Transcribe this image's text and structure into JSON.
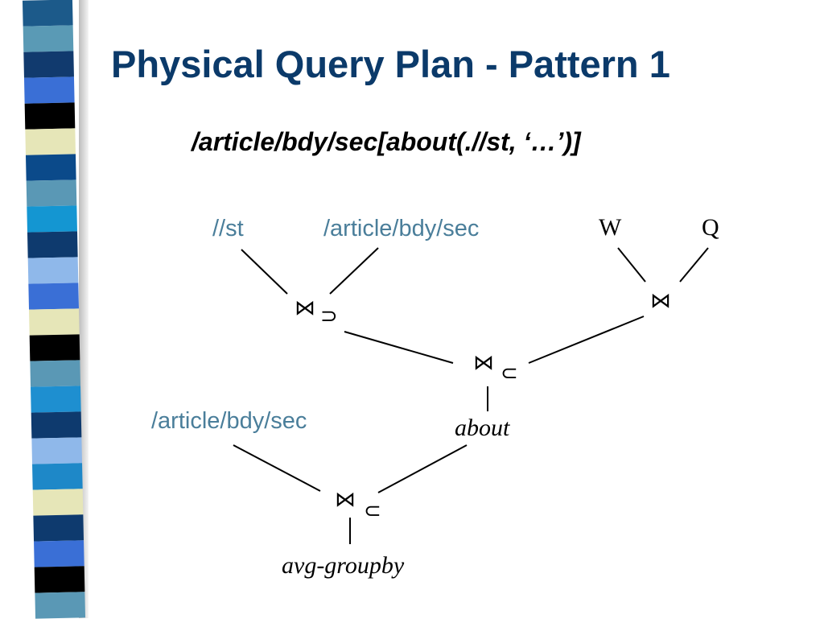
{
  "slide": {
    "title": "Physical Query Plan - Pattern 1",
    "subtitle": "/article/bdy/sec[about(.//st, ‘…’)]"
  },
  "decoration": {
    "stripe_colors": [
      "#1c5a8a",
      "#5a9ab5",
      "#113a6e",
      "#3a6fd6",
      "#000000",
      "#e6e6b8",
      "#0b4a8a",
      "#5a98b5",
      "#1496d2",
      "#0e3a6e",
      "#8fb8ea",
      "#3a6fd6",
      "#e6e6b8",
      "#000000",
      "#5a98b5",
      "#1e8fd0",
      "#0e3a6e",
      "#8fb8ea",
      "#1e88c8",
      "#e6e6b8",
      "#0e3a6e",
      "#3a6fd6",
      "#000000",
      "#5a98b5"
    ]
  },
  "diagram": {
    "leaf_st": "//st",
    "leaf_sec": "/article/bdy/sec",
    "leaf_w": "W",
    "leaf_q": "Q",
    "leaf_sec2": "/article/bdy/sec",
    "join_symbol": "⋈",
    "contains_symbol": "⊃",
    "contained_symbol": "⊂",
    "about_label": "about",
    "result_label": "avg-groupby"
  }
}
